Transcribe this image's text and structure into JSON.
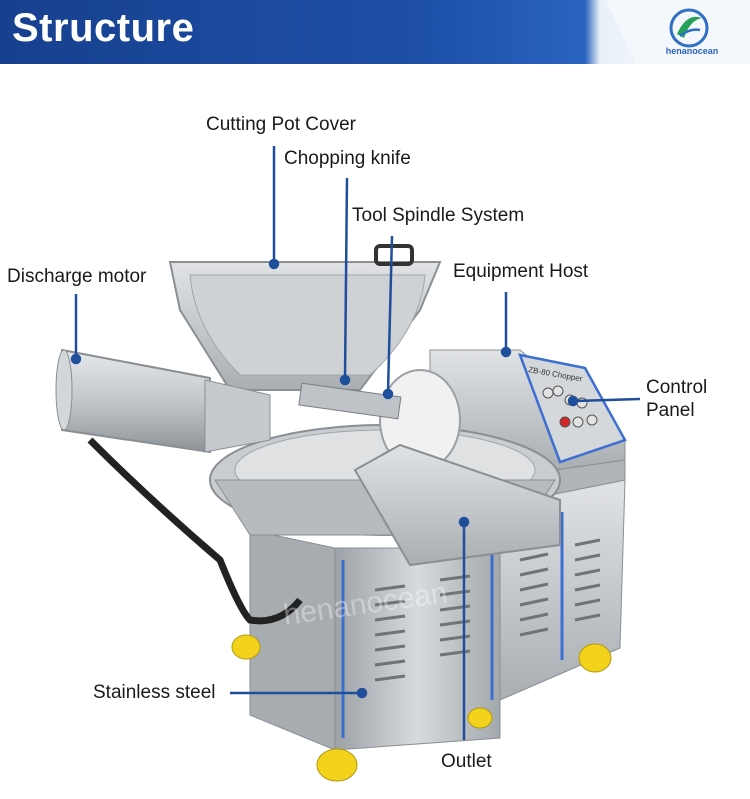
{
  "header": {
    "title": "Structure",
    "logo_text": "henanocean",
    "logo_icon": "henanocean-logo-icon"
  },
  "labels": {
    "cutting_pot_cover": "Cutting Pot Cover",
    "chopping_knife": "Chopping knife",
    "tool_spindle_system": "Tool Spindle System",
    "discharge_motor": "Discharge motor",
    "equipment_host": "Equipment Host",
    "control_panel_line1": "Control",
    "control_panel_line2": "Panel",
    "stainless_steel": "Stainless steel",
    "outlet": "Outlet"
  },
  "machine": {
    "nameplate": "ZB-80 Chopper",
    "watermark": "henanocean"
  },
  "colors": {
    "header_blue": "#1d4fa6",
    "pointer_blue": "#1f4f9a",
    "steel": "#b8bcc0",
    "feet": "#f2d21b"
  }
}
